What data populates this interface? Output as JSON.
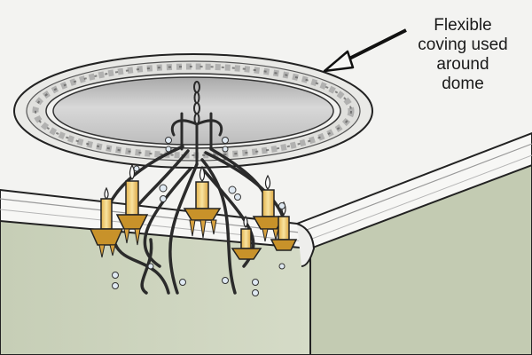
{
  "annotation": {
    "lines": [
      "Flexible",
      "coving used",
      "around",
      "dome"
    ]
  },
  "colors": {
    "ceiling": "#f3f3f1",
    "wall_left": "#cfd6c0",
    "wall_right": "#c3cbb2",
    "coving": "#f7f7f5",
    "dome_inner": "#c9c9c9",
    "rose_band": "#e4e4e1",
    "iron": "#2b2b2b",
    "candle": "#f3d27a",
    "gold": "#c8922a",
    "outline": "#222222"
  },
  "objects": [
    "ceiling",
    "wall-left",
    "wall-right",
    "coving",
    "ceiling-rose",
    "dome",
    "chandelier",
    "arrow"
  ]
}
